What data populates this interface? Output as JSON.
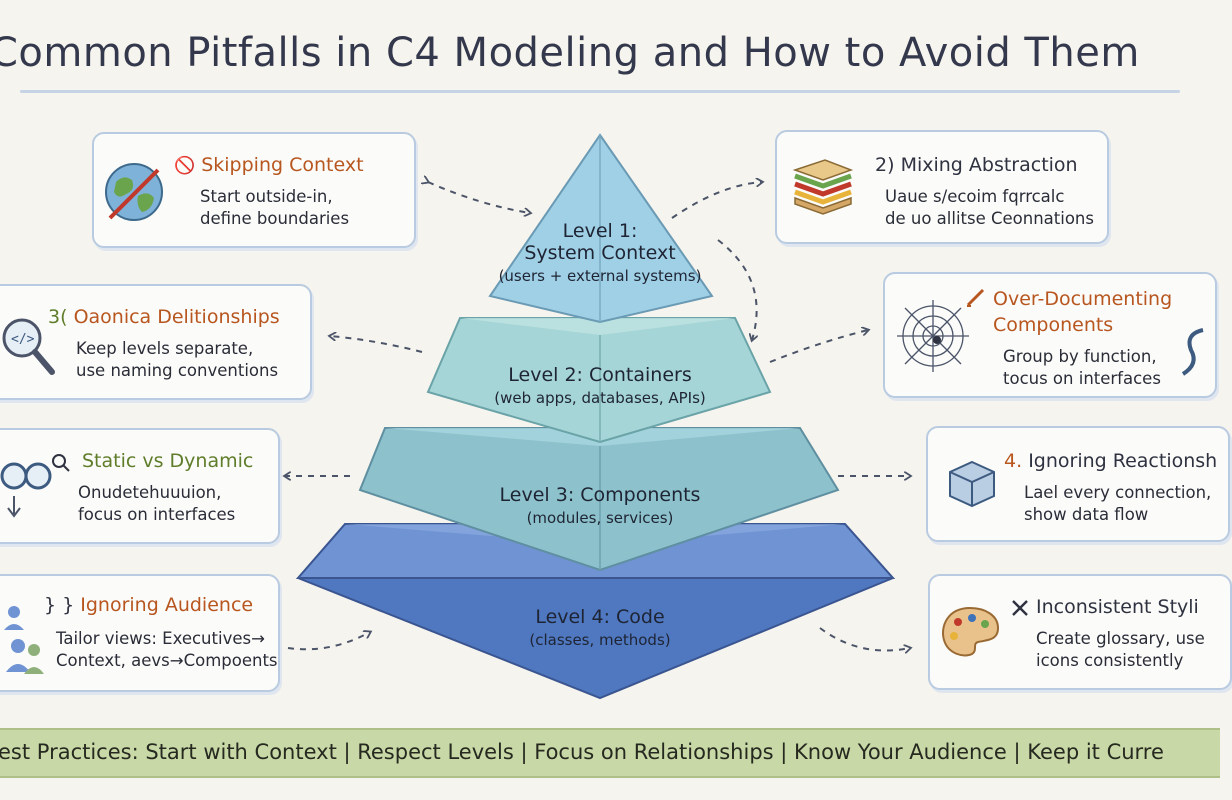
{
  "title": "Common Pitfalls in C4 Modeling and How to Avoid Them",
  "pyramid": [
    {
      "level": "Level 1:",
      "level_name": "System Context",
      "sub": "(users + external systems)"
    },
    {
      "level": "Level 2: Containers",
      "sub": "(web apps, databases, APIs)"
    },
    {
      "level": "Level 3: Components",
      "sub": "(modules, services)"
    },
    {
      "level": "Level 4: Code",
      "sub": "(classes, methods)"
    }
  ],
  "pitfalls": {
    "skipping_context": {
      "icon_mark": "🚫",
      "title": "Skipping Context",
      "line1": "Start outside-in,",
      "line2": "define boundaries"
    },
    "mixing_abstraction": {
      "number": "2)",
      "title": "Mixing Abstraction",
      "line1": "Uaue s/ecoim fqrrcalc",
      "line2": "de uo allitse Ceonnations"
    },
    "relationships": {
      "number": "3(",
      "title": "Oaonica Delitionships",
      "line1": "Keep levels separate,",
      "line2": "use naming conventions"
    },
    "over_documenting": {
      "title_line1": "Over-Documenting",
      "title_line2": "Components",
      "line1": "Group by function,",
      "line2": "tocus on interfaces"
    },
    "static_dynamic": {
      "title": "Static vs Dynamic",
      "line1": "Onudetehuuuion,",
      "line2": "focus on interfaces"
    },
    "ignoring_relationships": {
      "number": "4.",
      "title": "Ignoring Reactionsh",
      "line1": "Lael every connection,",
      "line2": "show data flow"
    },
    "ignoring_audience": {
      "mark": "} }",
      "title": "Ignoring Audience",
      "line1": "Tailor views: Executives→",
      "line2": "Context, aevs→Compoents"
    },
    "inconsistent_styling": {
      "title": "Inconsistent Styli",
      "line1": "Create glossary, use",
      "line2": "icons consistently"
    }
  },
  "banner": "est Practices: Start with Context | Respect Levels | Focus on Relationships | Know Your Audience | Keep it Curre"
}
